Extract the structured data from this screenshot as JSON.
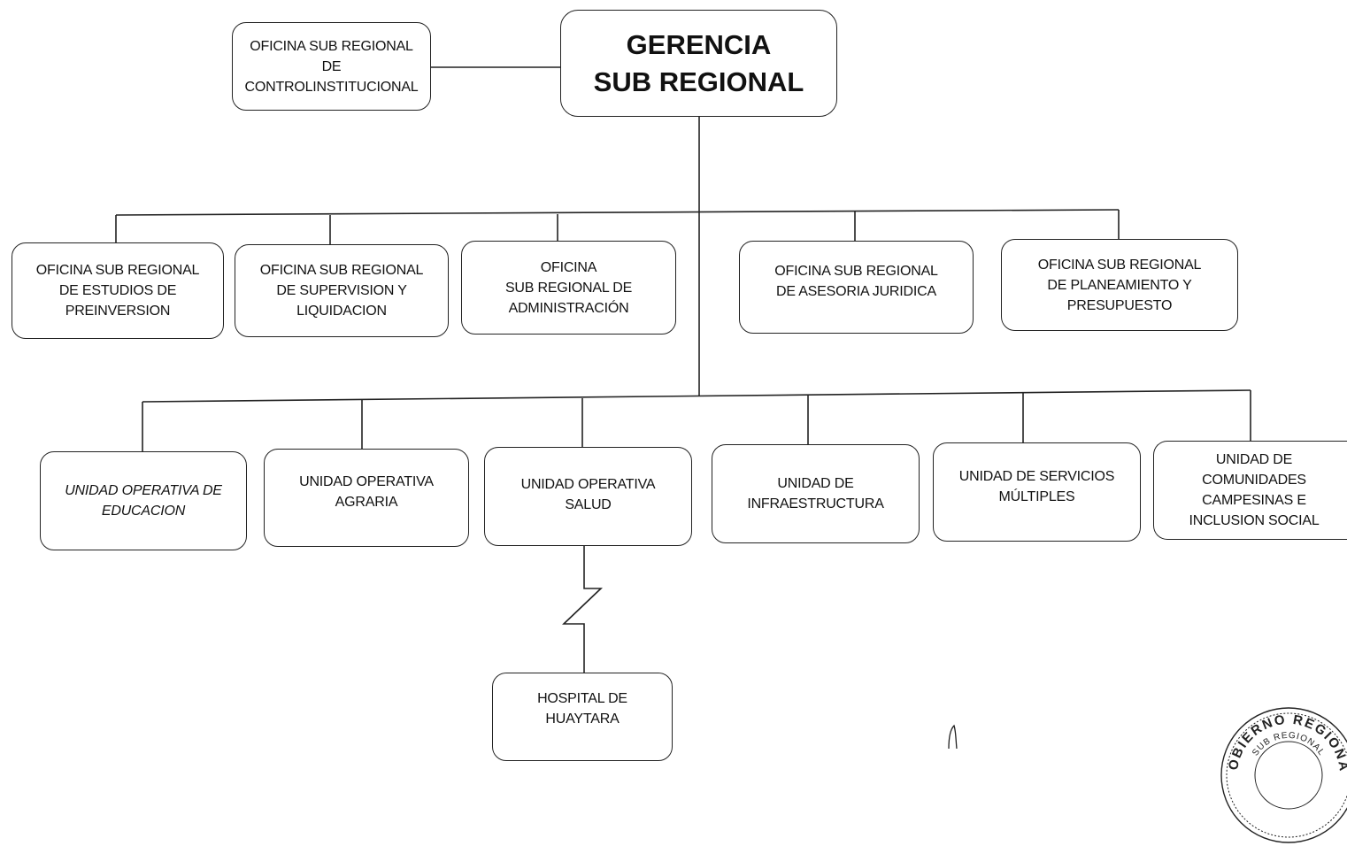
{
  "org_chart": {
    "head": {
      "lines": [
        "GERENCIA",
        "SUB REGIONAL"
      ]
    },
    "control_office": {
      "lines": [
        "OFICINA  SUB REGIONAL",
        "DE",
        "CONTROLINSTITUCIONAL"
      ]
    },
    "offices": [
      {
        "lines": [
          "OFICINA SUB REGIONAL",
          "DE ESTUDIOS DE",
          "PREINVERSION"
        ]
      },
      {
        "lines": [
          "OFICINA SUB REGIONAL",
          "DE SUPERVISION Y",
          "LIQUIDACION"
        ]
      },
      {
        "lines": [
          "OFICINA",
          "SUB REGIONAL DE",
          "ADMINISTRACIÓN"
        ]
      },
      {
        "lines": [
          "OFICINA SUB REGIONAL",
          "DE ASESORIA JURIDICA"
        ]
      },
      {
        "lines": [
          "OFICINA SUB REGIONAL",
          "DE PLANEAMIENTO  Y",
          "PRESUPUESTO"
        ]
      }
    ],
    "units": [
      {
        "lines": [
          "UNIDAD OPERATIVA DE",
          "EDUCACION"
        ]
      },
      {
        "lines": [
          "UNIDAD OPERATIVA",
          "AGRARIA"
        ]
      },
      {
        "lines": [
          "UNIDAD OPERATIVA",
          "SALUD"
        ]
      },
      {
        "lines": [
          "UNIDAD DE",
          "INFRAESTRUCTURA"
        ]
      },
      {
        "lines": [
          "UNIDAD DE SERVICIOS",
          "MÚLTIPLES"
        ]
      },
      {
        "lines": [
          "UNIDAD DE",
          "COMUNIDADES",
          "CAMPESINAS E",
          "INCLUSION SOCIAL"
        ]
      }
    ],
    "hospital": {
      "lines": [
        "HOSPITAL DE",
        "HUAYTARA"
      ]
    },
    "seal": {
      "text": "GOBIERNO REGIONAL SUB REGIONAL"
    }
  }
}
